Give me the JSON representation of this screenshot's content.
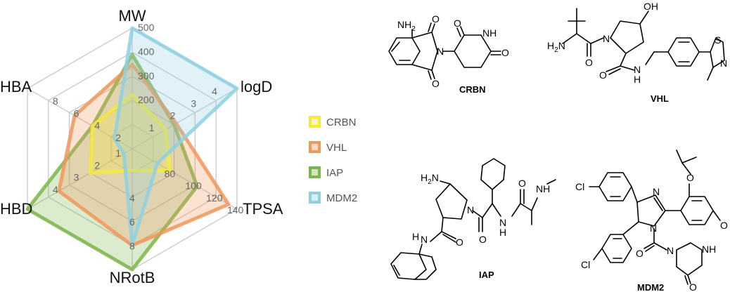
{
  "radar": {
    "axes": [
      {
        "name": "MW",
        "ticks": [
          "200",
          "300",
          "400",
          "500"
        ]
      },
      {
        "name": "logD",
        "ticks": [
          "1",
          "2",
          "3",
          "4"
        ]
      },
      {
        "name": "TPSA",
        "ticks": [
          "80",
          "100",
          "120",
          "140"
        ]
      },
      {
        "name": "NRotB",
        "ticks": [
          "4",
          "6",
          "8"
        ]
      },
      {
        "name": "HBD",
        "ticks": [
          "1",
          "2",
          "3",
          "4"
        ]
      },
      {
        "name": "HBA",
        "ticks": [
          "2",
          "4",
          "6",
          "8"
        ]
      }
    ],
    "series": [
      {
        "name": "CRBN",
        "color": "#f5ea3c"
      },
      {
        "name": "VHL",
        "color": "#f0975a"
      },
      {
        "name": "IAP",
        "color": "#7cb64a"
      },
      {
        "name": "MDM2",
        "color": "#8fd0e2"
      }
    ]
  },
  "molecules": {
    "crbn": {
      "name": "CRBN",
      "nh2": "NH",
      "nh2_sub": "2",
      "n": "N",
      "nh": "NH",
      "o1": "O",
      "o2": "O",
      "o3": "O",
      "o4": "O"
    },
    "vhl": {
      "name": "VHL",
      "h2n": "H",
      "h2n_sub": "2",
      "h2n_n": "N",
      "oh": "OH",
      "n": "N",
      "nh": "N",
      "nh_h": "H",
      "s": "S",
      "n2": "N",
      "o1": "O",
      "o2": "O"
    },
    "iap": {
      "name": "IAP",
      "h2n": "H",
      "h2n_sub": "2",
      "h2n_n": "N",
      "n": "N",
      "nh1": "N",
      "nh1_h": "H",
      "nh2": "N",
      "nh2_h": "H",
      "nh3": "NH",
      "o1": "O",
      "o2": "O",
      "o3": "O"
    },
    "mdm2": {
      "name": "MDM2",
      "cl1": "Cl",
      "cl2": "Cl",
      "n1": "N",
      "n2": "N",
      "n3": "N",
      "nh": "NH",
      "o1": "O",
      "o2": "O",
      "o3": "O",
      "o4": "O"
    }
  }
}
